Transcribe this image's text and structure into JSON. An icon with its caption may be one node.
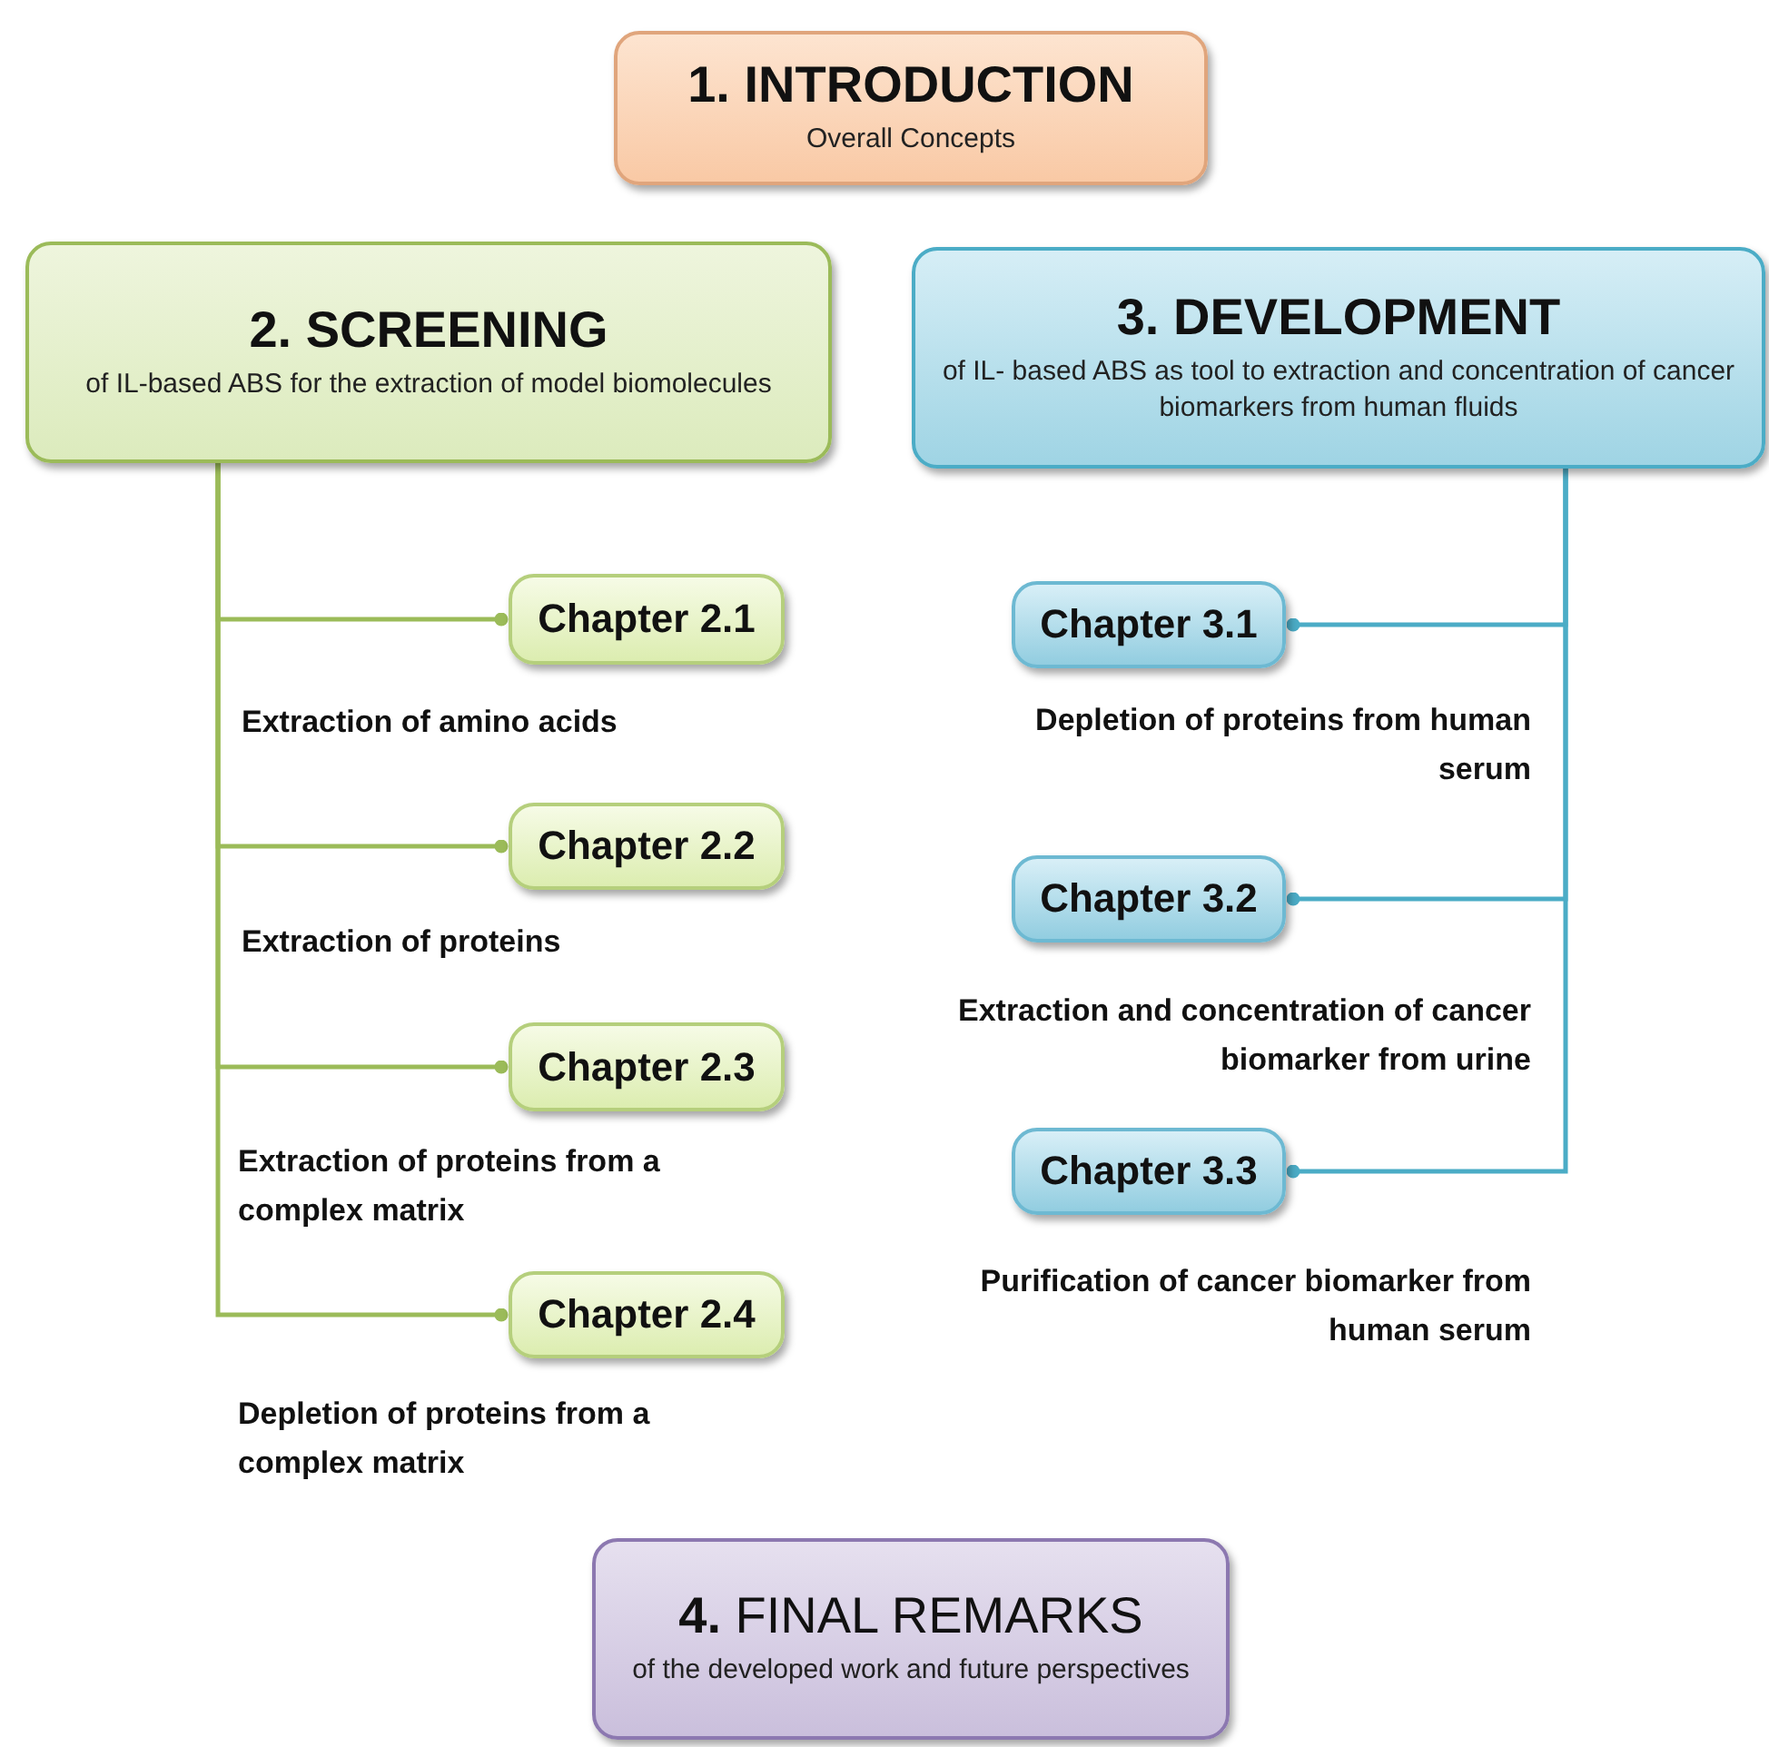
{
  "diagram": {
    "nodes": [
      {
        "text": [
          "1.   INTRODUCTION",
          "Overall Concepts"
        ]
      },
      {
        "text": [
          "2. SCREENING",
          "of IL-based ABS for the extraction of model biomolecules"
        ]
      },
      {
        "text": [
          "3. DEVELOPMENT",
          "of IL- based ABS as tool to extraction and concentration of cancer biomarkers from human fluids"
        ]
      },
      {
        "text": [
          "Chapter 2.1"
        ],
        "beside": [
          "Extraction of amino acids"
        ]
      },
      {
        "text": [
          "Chapter 2.2"
        ],
        "beside": [
          "Extraction of proteins"
        ]
      },
      {
        "text": [
          "Chapter 2.3"
        ],
        "beside": [
          "Extraction of proteins from a complex matrix"
        ]
      },
      {
        "text": [
          "Chapter 2.4"
        ],
        "beside": [
          "Depletion of proteins from a complex matrix"
        ]
      },
      {
        "text": [
          "Chapter 3.1"
        ],
        "beside": [
          "Depletion of proteins from human serum"
        ]
      },
      {
        "text": [
          "Chapter 3.2"
        ],
        "beside": [
          "Extraction and concentration of cancer biomarker from urine"
        ]
      },
      {
        "text": [
          "Chapter 3.3"
        ],
        "beside": [
          "Purification of cancer biomarker from human serum"
        ]
      },
      {
        "text": [
          "**4.** FINAL REMARKS",
          "of the developed work and future perspectives"
        ]
      }
    ],
    "edges": [
      {
        "from": 1,
        "to": 3,
        "arrow": "other",
        "color": "#9bbb59"
      },
      {
        "from": 1,
        "to": 4,
        "arrow": "other",
        "color": "#9bbb59"
      },
      {
        "from": 1,
        "to": 5,
        "arrow": "other",
        "color": "#9bbb59"
      },
      {
        "from": 1,
        "to": 6,
        "arrow": "other",
        "color": "#9bbb59"
      },
      {
        "from": 2,
        "to": 7,
        "arrow": "other",
        "color": "#4bacc6"
      },
      {
        "from": 2,
        "to": 8,
        "arrow": "other",
        "color": "#4bacc6"
      },
      {
        "from": 2,
        "to": 9,
        "arrow": "other",
        "color": "#4bacc6"
      }
    ]
  }
}
